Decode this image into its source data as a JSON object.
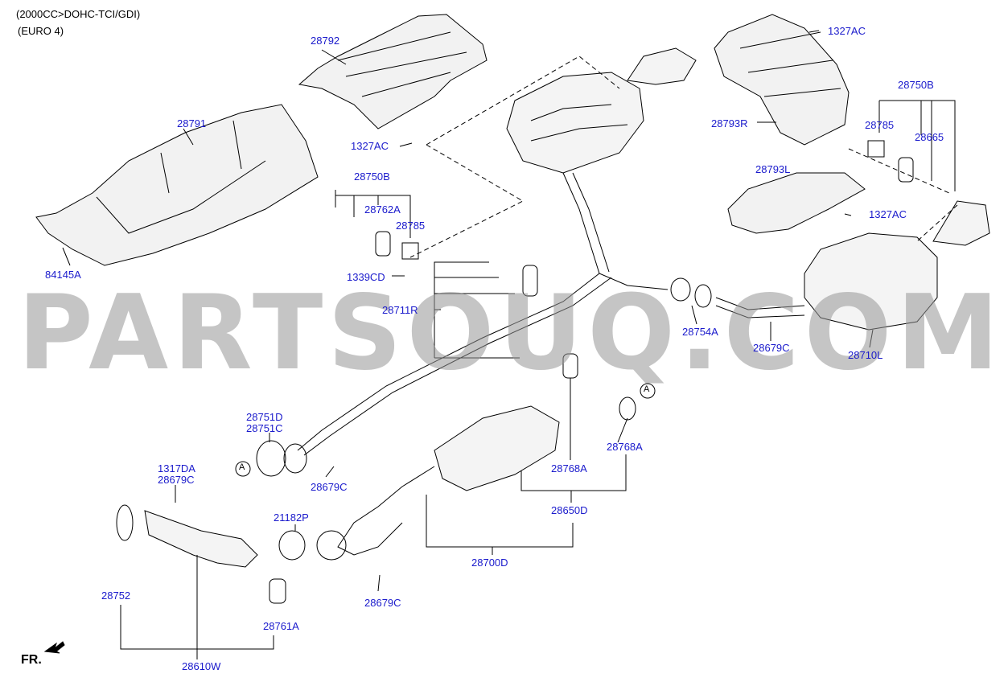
{
  "header": {
    "line1": "(2000CC>DOHC-TCI/GDI)",
    "line2": "(EURO 4)"
  },
  "watermark": "PARTSOUQ.COM",
  "direction": {
    "label": "FR."
  },
  "ref_marker": "A",
  "parts": {
    "p28792": "28792",
    "p28791": "28791",
    "p1327ac_a": "1327AC",
    "p1327ac_b": "1327AC",
    "p1327ac_c": "1327AC",
    "p28750b_a": "28750B",
    "p28750b_b": "28750B",
    "p28762a": "28762A",
    "p28785_a": "28785",
    "p28785_b": "28785",
    "p28665": "28665",
    "p28793r": "28793R",
    "p28793l": "28793L",
    "p84145a": "84145A",
    "p1339cd": "1339CD",
    "p28711r": "28711R",
    "p28754a": "28754A",
    "p28679c_a": "28679C",
    "p28679c_b": "28679C",
    "p28679c_c": "28679C",
    "p28679c_d": "28679C",
    "p28710l": "28710L",
    "p28751d": "28751D",
    "p28751c": "28751C",
    "p28768a_a": "28768A",
    "p28768a_b": "28768A",
    "p1317da": "1317DA",
    "p21182p": "21182P",
    "p28650d": "28650D",
    "p28700d": "28700D",
    "p28752": "28752",
    "p28761a": "28761A",
    "p28610w": "28610W"
  },
  "colors": {
    "label": "#1a1acc",
    "line": "#000000",
    "watermark": "#969696"
  }
}
